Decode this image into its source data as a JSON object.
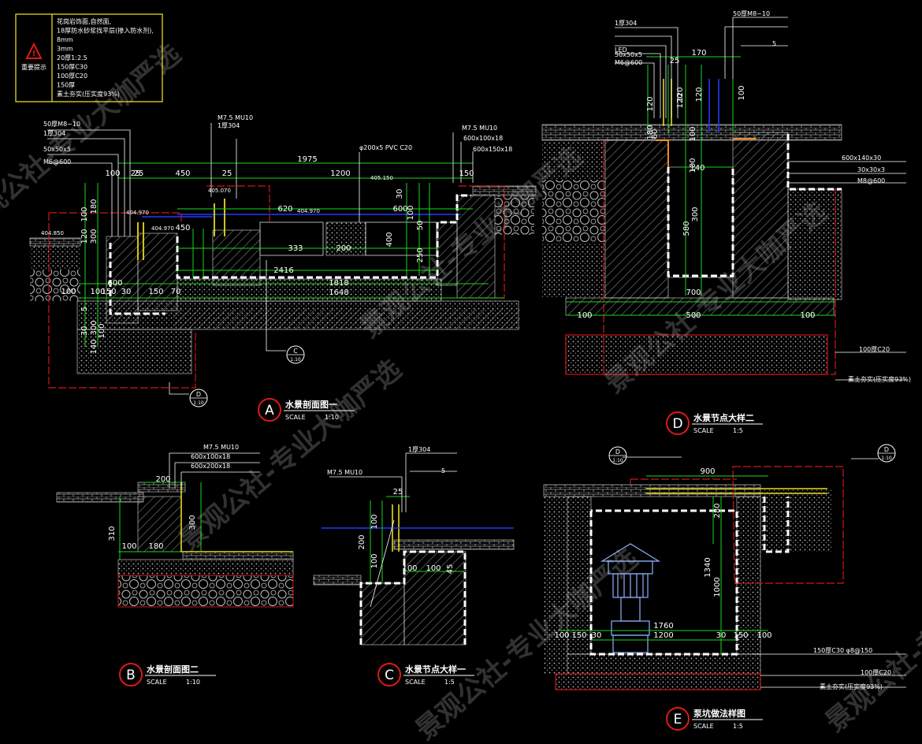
{
  "palette": {
    "background": "#000000",
    "dimension": "#18d818",
    "leader": "#ffffff",
    "title_circle": "#e01818",
    "hatch": "#c8c8c8",
    "section_red": "#d01818",
    "accent_yellow": "#e8d820",
    "water_blue": "#2238ff",
    "watermark": "#c8c8c8"
  },
  "legend_box": {
    "label": "重要提示",
    "lines": [
      "花岗岩饰面,自然面,",
      "18厚防水砂浆找平层(掺入防水剂),",
      "8mm",
      "3mm",
      "20厚1:2.5",
      "150厚C30",
      "100厚C20",
      "150厚",
      "素土夯实(压实度93%)"
    ]
  },
  "watermark_text": "景观公社-专业大咖严选",
  "drawings": {
    "A": {
      "letter": "A",
      "title": "水景剖面图一",
      "scale_label": "SCALE",
      "scale": "1:10",
      "dims": [
        "1975",
        "450",
        "1200",
        "150",
        "25",
        "100",
        "25",
        "25",
        "620",
        "600",
        "333",
        "200",
        "400",
        "2416",
        "1818",
        "1648",
        "100",
        "100",
        "150",
        "30",
        "150",
        "70",
        "600",
        "100",
        "300",
        "180",
        "120",
        "100",
        "300",
        "140",
        "30",
        "5",
        "450",
        "250",
        "50",
        "100",
        "30"
      ],
      "elevations": [
        "404.850",
        "404.970",
        "404.970",
        "405.070",
        "405.150",
        "404.970"
      ],
      "notes": [
        "50厚M8~10",
        "1厚304",
        "50x50x5",
        "M6@600",
        "M7.5 MU10",
        "1厚304",
        "φ200x5 PVC C20",
        "M7.5 MU10",
        "600x100x18",
        "600x150x18"
      ],
      "detail_tags": [
        "C",
        "D"
      ],
      "detail_tag_sub": "1:10"
    },
    "B": {
      "letter": "B",
      "title": "水景剖面图二",
      "scale_label": "SCALE",
      "scale": "1:10",
      "dims": [
        "200",
        "300",
        "310",
        "100",
        "180"
      ],
      "notes": [
        "M7.5 MU10",
        "600x100x18",
        "600x200x18"
      ]
    },
    "C": {
      "letter": "C",
      "title": "水景节点大样一",
      "scale_label": "SCALE",
      "scale": "1:5",
      "dims": [
        "25",
        "100",
        "100",
        "200",
        "100",
        "100",
        "45"
      ],
      "notes": [
        "1厚304",
        "M7.5 MU10",
        "5"
      ]
    },
    "D": {
      "letter": "D",
      "title": "水景节点大样二",
      "scale_label": "SCALE",
      "scale": "1:5",
      "dims": [
        "170",
        "25",
        "100",
        "120",
        "180",
        "120",
        "60",
        "100",
        "100",
        "140",
        "300",
        "580",
        "700",
        "500",
        "100",
        "100",
        "120",
        "120"
      ],
      "notes": [
        "50厚M8~10",
        "1厚304",
        "LED",
        "50x50x5",
        "M6@600",
        "5",
        "600x140x30",
        "30x30x3",
        "M8@600",
        "100厚C20",
        "素土夯实(压实度93%)"
      ]
    },
    "E": {
      "letter": "E",
      "title": "泵坑做法样图",
      "scale_label": "SCALE",
      "scale": "1:5",
      "dims": [
        "900",
        "280",
        "1340",
        "1000",
        "1760",
        "1200",
        "100",
        "150",
        "30",
        "30",
        "150",
        "100"
      ],
      "notes": [
        "150厚C30 φ8@150",
        "100厚C20",
        "素土夯实(压实度93%)"
      ],
      "detail_tags": [
        "D",
        "D"
      ],
      "detail_tag_sub": "1:10"
    }
  }
}
